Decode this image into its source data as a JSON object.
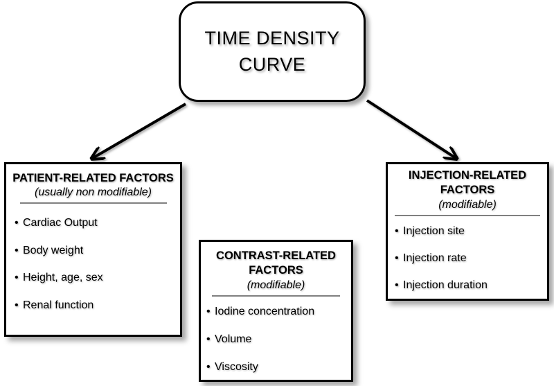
{
  "root": {
    "title": "TIME DENSITY CURVE"
  },
  "boxes": {
    "patient": {
      "title": "PATIENT-RELATED FACTORS",
      "subtitle": "(usually non modifiable)",
      "items": [
        "Cardiac Output",
        "Body weight",
        "Height, age, sex",
        "Renal function"
      ]
    },
    "contrast": {
      "title": "CONTRAST-RELATED FACTORS",
      "subtitle": "(modifiable)",
      "items": [
        "Iodine concentration",
        "Volume",
        "Viscosity"
      ]
    },
    "injection": {
      "title": "INJECTION-RELATED FACTORS",
      "subtitle": "(modifiable)",
      "items": [
        "Injection site",
        "Injection rate",
        "Injection duration"
      ]
    }
  },
  "colors": {
    "stroke": "#000000",
    "divider": "#808080",
    "background": "#ffffff"
  }
}
